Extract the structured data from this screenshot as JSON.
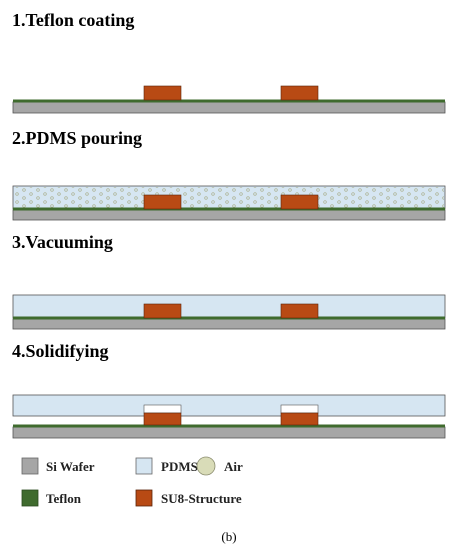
{
  "steps": [
    {
      "title": "1.Teflon coating"
    },
    {
      "title": "2.PDMS pouring"
    },
    {
      "title": "3.Vacuuming"
    },
    {
      "title": "4.Solidifying"
    }
  ],
  "legend": [
    {
      "label": "Si Wafer",
      "color": "#a6a6a6",
      "icon": "si-wafer-swatch-icon"
    },
    {
      "label": "PDMS",
      "color": "#d6e6f2",
      "icon": "pdms-swatch-icon"
    },
    {
      "label": "Air",
      "color": "#d9dcb8",
      "icon": "air-bubble-icon"
    },
    {
      "label": "Teflon",
      "color": "#3f6b2e",
      "icon": "teflon-swatch-icon"
    },
    {
      "label": "SU8-Structure",
      "color": "#b84a14",
      "icon": "su8-swatch-icon"
    }
  ],
  "caption": "(b)"
}
